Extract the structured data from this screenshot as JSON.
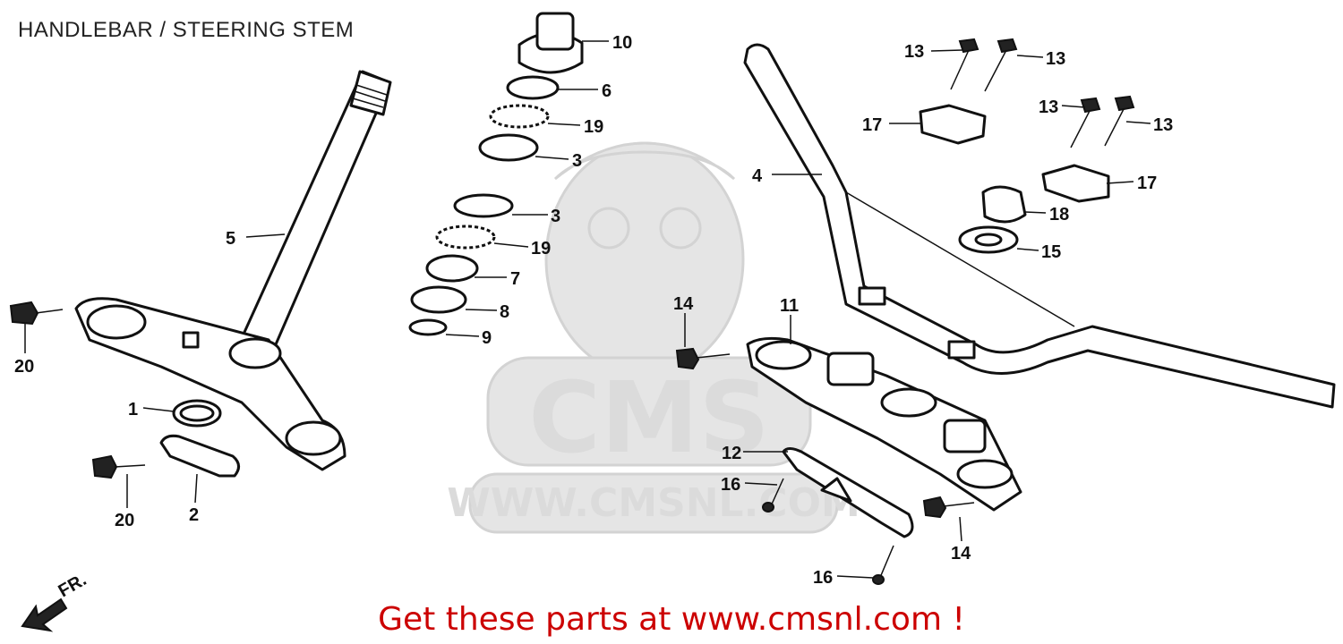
{
  "title": "HANDLEBAR / STEERING STEM",
  "footer": "Get these parts at www.cmsnl.com !",
  "watermark": {
    "logo": "CMS",
    "url": "WWW.CMSNL.COM"
  },
  "direction": "FR.",
  "callouts": [
    {
      "id": "c10",
      "text": "10"
    },
    {
      "id": "c6",
      "text": "6"
    },
    {
      "id": "c19a",
      "text": "19"
    },
    {
      "id": "c3a",
      "text": "3"
    },
    {
      "id": "c3b",
      "text": "3"
    },
    {
      "id": "c19b",
      "text": "19"
    },
    {
      "id": "c7",
      "text": "7"
    },
    {
      "id": "c8",
      "text": "8"
    },
    {
      "id": "c9",
      "text": "9"
    },
    {
      "id": "c5",
      "text": "5"
    },
    {
      "id": "c20a",
      "text": "20"
    },
    {
      "id": "c1",
      "text": "1"
    },
    {
      "id": "c2",
      "text": "2"
    },
    {
      "id": "c20b",
      "text": "20"
    },
    {
      "id": "c4",
      "text": "4"
    },
    {
      "id": "c13a",
      "text": "13"
    },
    {
      "id": "c13b",
      "text": "13"
    },
    {
      "id": "c13c",
      "text": "13"
    },
    {
      "id": "c13d",
      "text": "13"
    },
    {
      "id": "c17a",
      "text": "17"
    },
    {
      "id": "c17b",
      "text": "17"
    },
    {
      "id": "c18",
      "text": "18"
    },
    {
      "id": "c15",
      "text": "15"
    },
    {
      "id": "c14a",
      "text": "14"
    },
    {
      "id": "c11",
      "text": "11"
    },
    {
      "id": "c12",
      "text": "12"
    },
    {
      "id": "c16a",
      "text": "16"
    },
    {
      "id": "c14b",
      "text": "14"
    },
    {
      "id": "c16b",
      "text": "16"
    }
  ],
  "colors": {
    "footer": "#cc0000",
    "lines": "#111111",
    "watermark": "#d8d8d8"
  }
}
